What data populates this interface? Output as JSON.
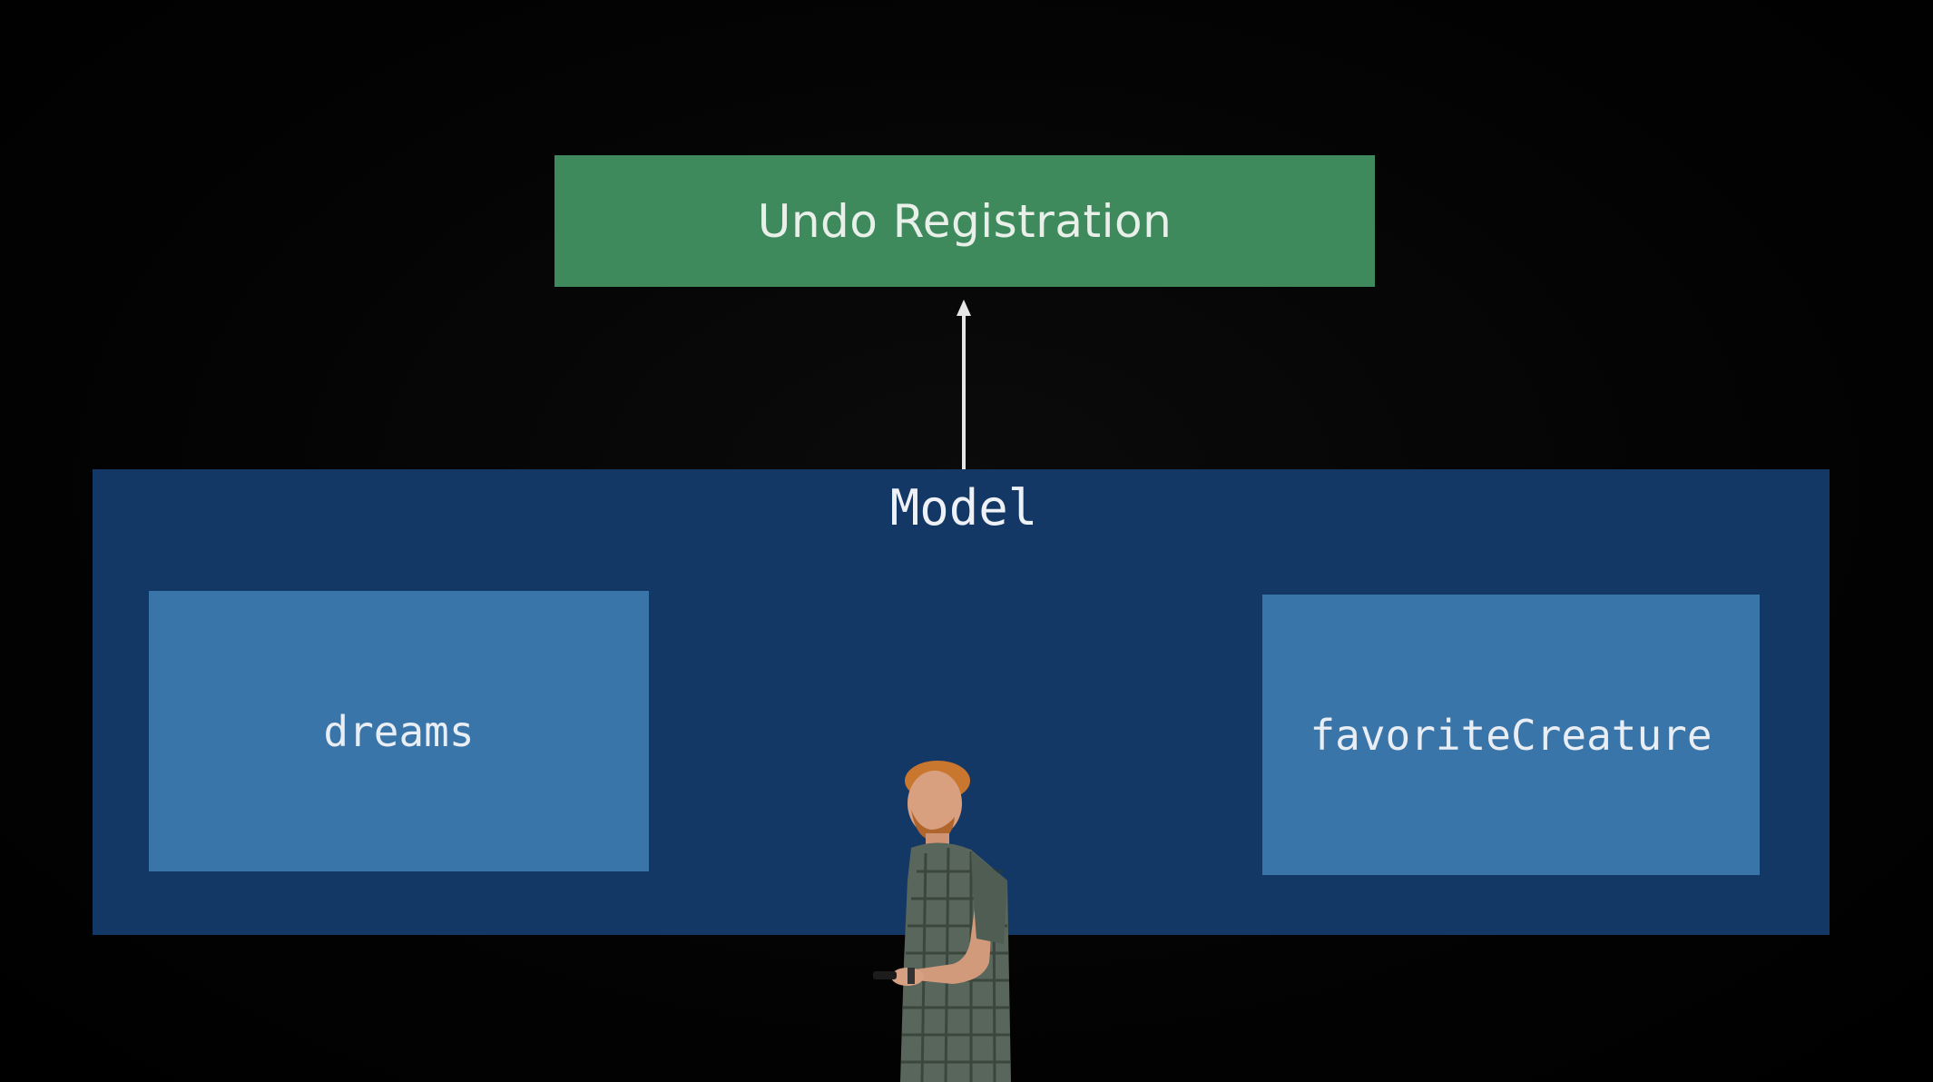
{
  "diagram": {
    "undo_box": {
      "label": "Undo Registration",
      "color": "#3f8a5c"
    },
    "model": {
      "label": "Model",
      "color": "#143866"
    },
    "properties": [
      {
        "label": "dreams",
        "color": "#3a75a9"
      },
      {
        "label": "favoriteCreature",
        "color": "#3a75a9"
      }
    ],
    "edges": [
      {
        "from": "Model",
        "to": "Undo Registration",
        "style": "arrow"
      }
    ]
  },
  "scene": {
    "background": "#000000",
    "presenter": "presenter-figure"
  }
}
